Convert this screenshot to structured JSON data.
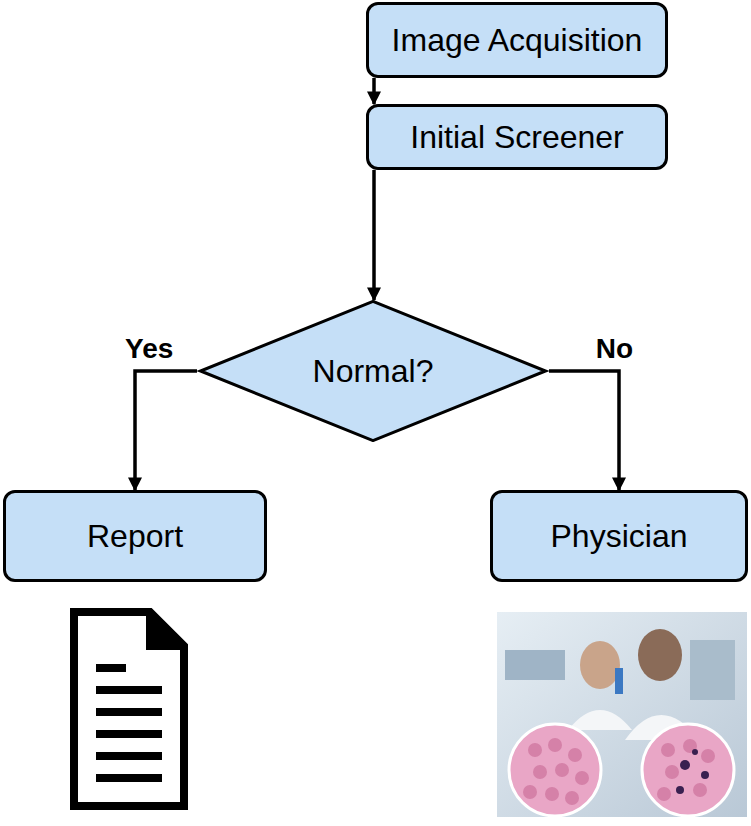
{
  "diagram": {
    "nodes": [
      {
        "text": [
          "Image Acquisition"
        ]
      },
      {
        "text": [
          "Initial Screener"
        ]
      },
      {
        "text": [
          "Normal?"
        ]
      },
      {
        "text": [
          "Report"
        ]
      },
      {
        "text": [
          "Physician"
        ]
      }
    ],
    "edges": [
      {
        "from": 0,
        "to": 1,
        "arrow": "to"
      },
      {
        "from": 1,
        "to": 2,
        "arrow": "to"
      },
      {
        "from": 2,
        "to": 3,
        "label": "Yes",
        "arrow": "to"
      },
      {
        "from": 2,
        "to": 4,
        "label": "No",
        "arrow": "to"
      }
    ]
  }
}
